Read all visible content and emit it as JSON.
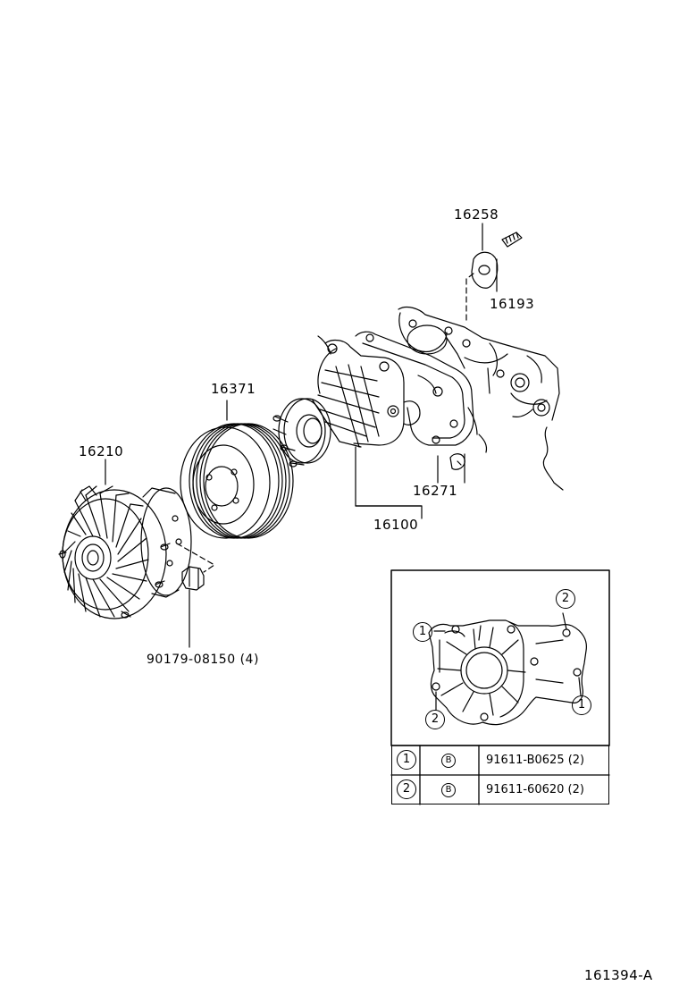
{
  "parts": {
    "p16258": "16258",
    "p16193": "16193",
    "p16371": "16371",
    "p16210": "16210",
    "p16271": "16271",
    "p16100": "16100",
    "bolt": "90179-08150 (4)"
  },
  "detail": {
    "marker1": "1",
    "marker2": "2",
    "table": [
      {
        "ref": "1",
        "type": "B",
        "part": "91611-B0625 (2)"
      },
      {
        "ref": "2",
        "type": "B",
        "part": "91611-60620 (2)"
      }
    ]
  },
  "figure_id": "161394-A"
}
